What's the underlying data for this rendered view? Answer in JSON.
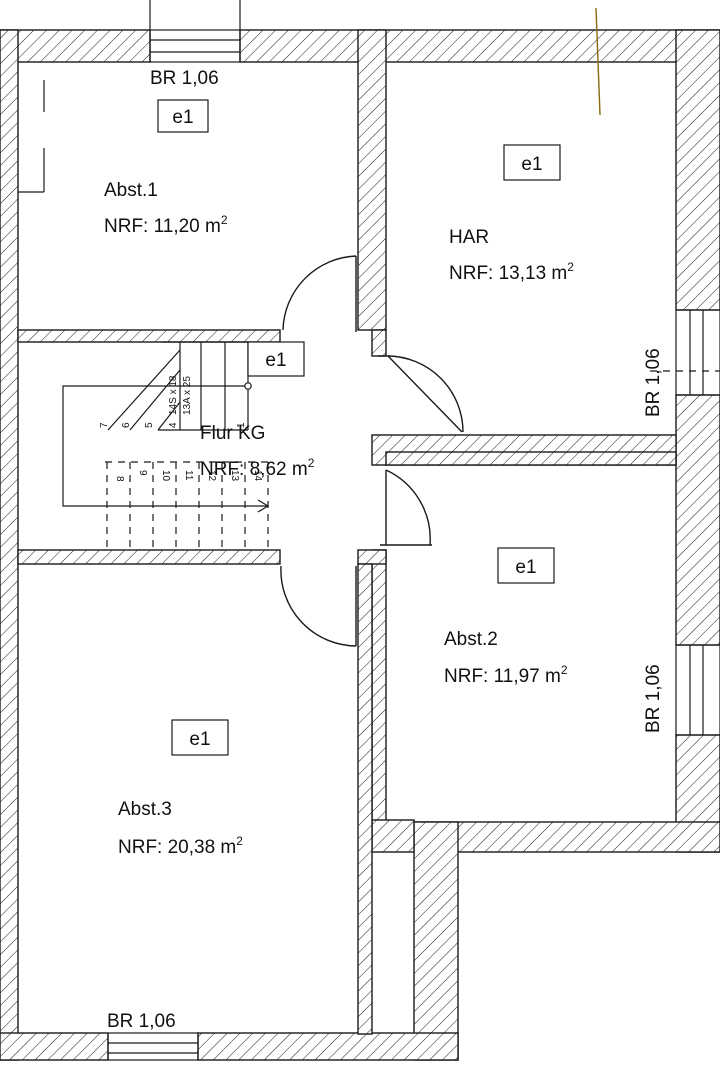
{
  "rooms": {
    "abst1": {
      "name": "Abst.1",
      "area": "NRF: 11,20 m",
      "unit_exp": "2",
      "tag": "e1"
    },
    "har": {
      "name": "HAR",
      "area": "NRF: 13,13 m",
      "unit_exp": "2",
      "tag": "e1"
    },
    "flur": {
      "name": "Flur KG",
      "area": "NRF: 8,62 m",
      "unit_exp": "2",
      "tag": "e1"
    },
    "abst2": {
      "name": "Abst.2",
      "area": "NRF: 11,97 m",
      "unit_exp": "2",
      "tag": "e1"
    },
    "abst3": {
      "name": "Abst.3",
      "area": "NRF: 20,38 m",
      "unit_exp": "2",
      "tag": "e1"
    }
  },
  "windows": {
    "top": "BR 1,06",
    "right_upper": "BR 1,06",
    "right_lower": "BR 1,06",
    "bottom": "BR 1,06"
  },
  "stairs": {
    "spec_a": "14S x 18",
    "spec_b": "13A x 25",
    "steps_upper": [
      "7",
      "6",
      "5",
      "4",
      "1"
    ],
    "steps_lower": [
      "8",
      "9",
      "10",
      "11",
      "12",
      "13",
      "14"
    ]
  }
}
